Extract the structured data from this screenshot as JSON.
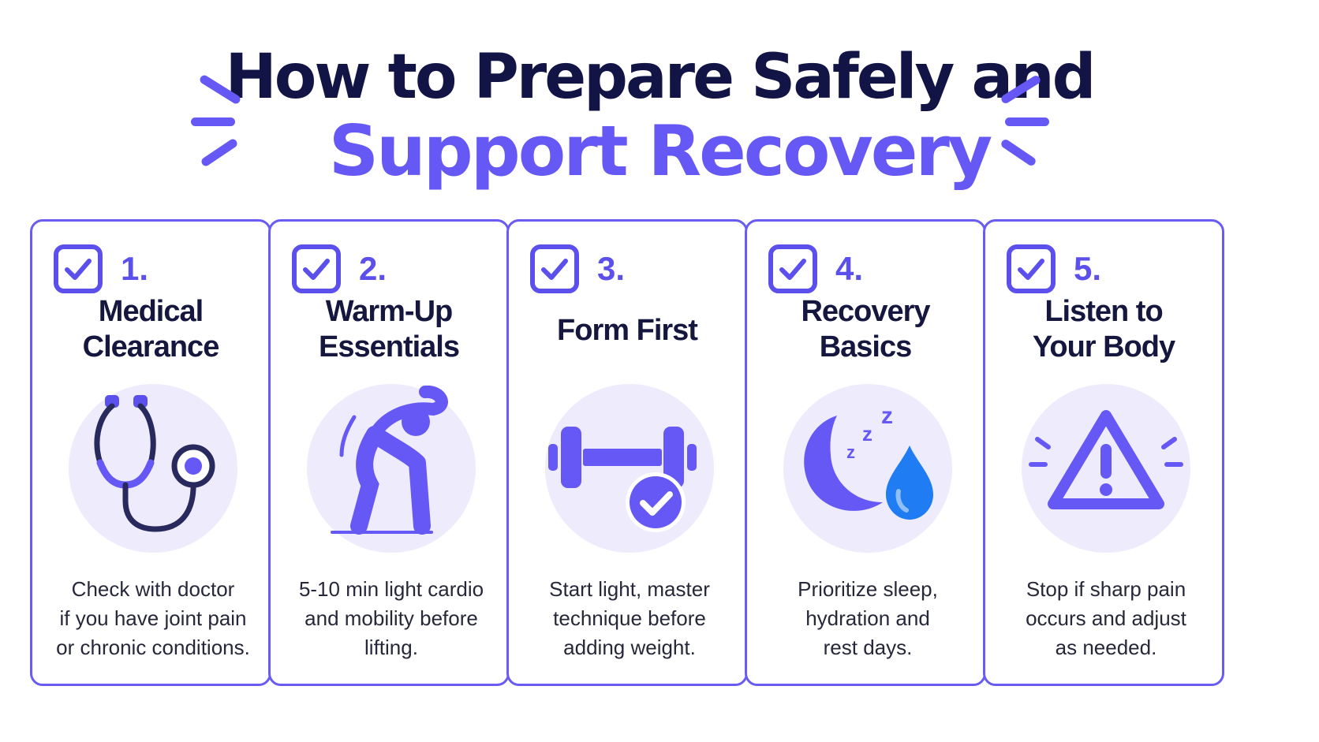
{
  "title": {
    "line1": "How to Prepare Safely and",
    "line2": "Support Recovery"
  },
  "colors": {
    "accent": "#6558f5",
    "title_dark": "#121446",
    "card_border": "#6a5cf2",
    "icon_bg": "#eeecfc",
    "water_drop": "#1f7cf2"
  },
  "steps": [
    {
      "number": "1.",
      "title_line1": "Medical",
      "title_line2": "Clearance",
      "icon": "stethoscope-icon",
      "desc_line1": "Check with doctor",
      "desc_line2": "if you have joint pain",
      "desc_line3": "or chronic conditions."
    },
    {
      "number": "2.",
      "title_line1": "Warm-Up",
      "title_line2": "Essentials",
      "icon": "stretching-person-icon",
      "desc_line1": "5-10 min light cardio",
      "desc_line2": "and mobility before",
      "desc_line3": "lifting."
    },
    {
      "number": "3.",
      "title_line1": "Form First",
      "title_line2": "",
      "icon": "dumbbell-check-icon",
      "desc_line1": "Start light, master",
      "desc_line2": "technique before",
      "desc_line3": "adding weight."
    },
    {
      "number": "4.",
      "title_line1": "Recovery",
      "title_line2": "Basics",
      "icon": "moon-sleep-water-icon",
      "desc_line1": "Prioritize sleep,",
      "desc_line2": "hydration and",
      "desc_line3": "rest days."
    },
    {
      "number": "5.",
      "title_line1": "Listen to",
      "title_line2": "Your Body",
      "icon": "warning-triangle-icon",
      "desc_line1": "Stop if sharp pain",
      "desc_line2": "occurs and adjust",
      "desc_line3": "as needed."
    }
  ]
}
